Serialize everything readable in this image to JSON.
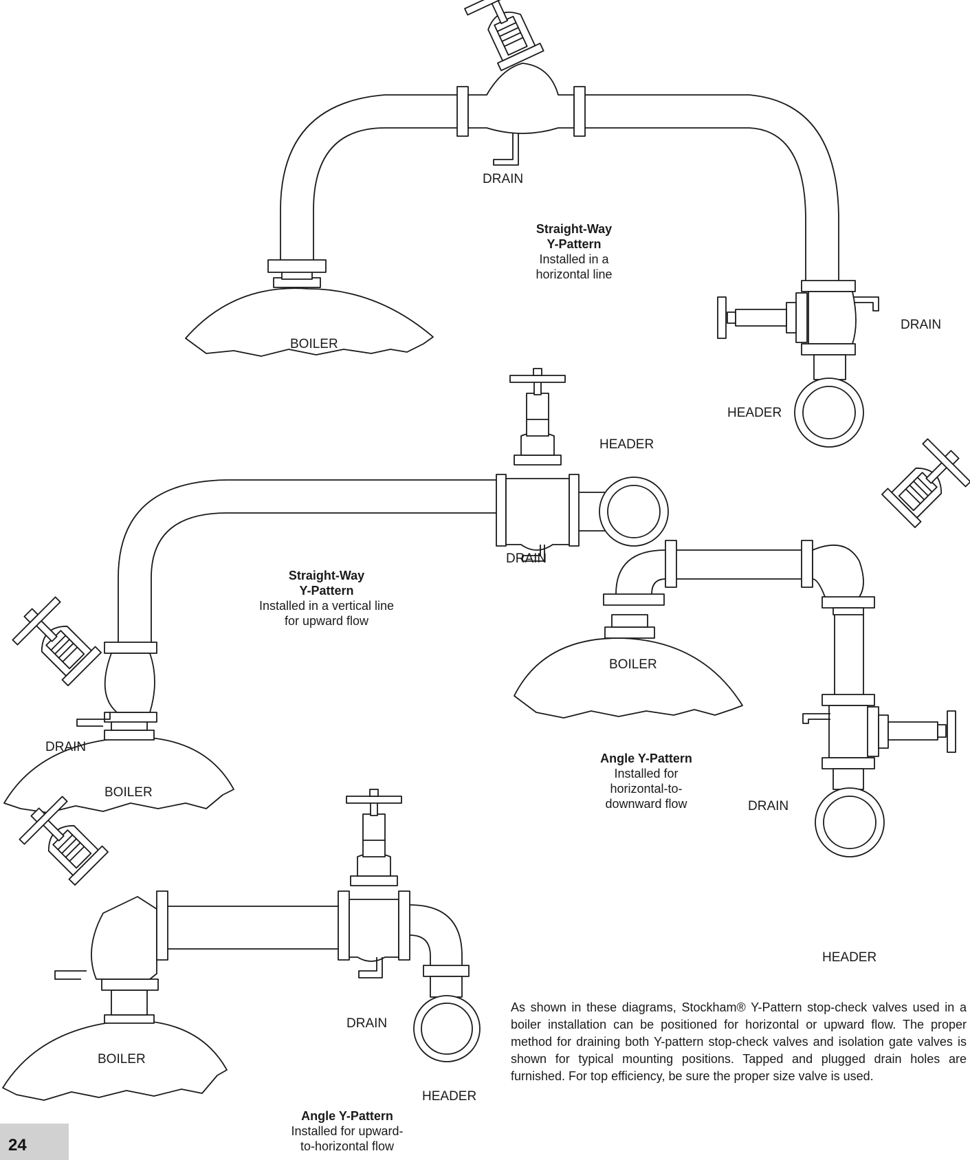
{
  "labels": {
    "drain": "DRAIN",
    "boiler": "BOILER",
    "header": "HEADER"
  },
  "captions": {
    "top": {
      "title1": "Straight-Way",
      "title2": "Y-Pattern",
      "line1": "Installed in a",
      "line2": "horizontal line"
    },
    "left": {
      "title1": "Straight-Way",
      "title2": "Y-Pattern",
      "line1": "Installed in a vertical line",
      "line2": "for upward flow"
    },
    "right": {
      "title": "Angle Y-Pattern",
      "line1": "Installed for",
      "line2": "horizontal-to-",
      "line3": "downward flow"
    },
    "bottom": {
      "title": "Angle Y-Pattern",
      "line1": "Installed for upward-",
      "line2": "to-horizontal flow"
    }
  },
  "description": "As shown in these diagrams, Stockham® Y-Pattern stop-check valves used in a boiler installation can be positioned for horizontal or upward flow. The proper method for draining both Y-pattern stop-check valves and isolation gate valves is shown for typical mounting positions. Tapped and plugged drain holes are furnished. For top efficiency, be sure the proper size valve is used.",
  "page_number": "24"
}
